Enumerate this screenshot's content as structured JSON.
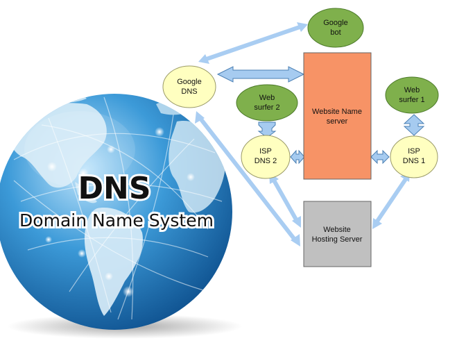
{
  "globe": {
    "title": "DNS",
    "subtitle": "Domain Name System"
  },
  "nodes": {
    "google_bot": [
      "Google",
      "bot"
    ],
    "google_dns": [
      "Google",
      "DNS"
    ],
    "web_surfer_2": [
      "Web",
      "surfer 2"
    ],
    "web_surfer_1": [
      "Web",
      "surfer 1"
    ],
    "isp_dns_2": [
      "ISP",
      "DNS 2"
    ],
    "isp_dns_1": [
      "ISP",
      "DNS 1"
    ],
    "name_server": [
      "Website Name",
      "server"
    ],
    "hosting_server": [
      "Website",
      "Hosting Server"
    ]
  },
  "colors": {
    "yellow_node": "#ffffc0",
    "green_node": "#7fb04c",
    "name_server": "#f79366",
    "hosting_server": "#c0c0c0",
    "arrow_light": "#a9cdf2",
    "arrow_double": "#a6cbf0",
    "globe_ocean": "#2f8fd0",
    "globe_land": "#d8ecf7"
  }
}
